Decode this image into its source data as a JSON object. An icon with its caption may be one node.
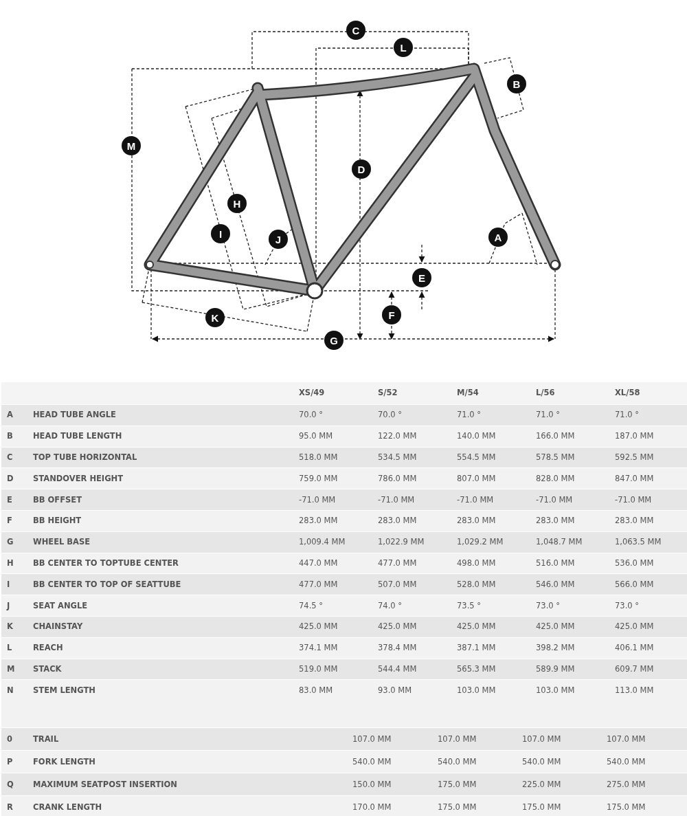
{
  "diagram": {
    "labels": [
      "C",
      "L",
      "B",
      "M",
      "D",
      "H",
      "J",
      "I",
      "A",
      "E",
      "F",
      "K",
      "G",
      "XS/49",
      "S/52",
      "M/54",
      "L/56",
      "XL/58",
      "A",
      "HEAD TUBE ANGLE",
      "70.0 °",
      "70.0 °",
      "71.0 °",
      "71.0 °",
      "71.0 °",
      "B",
      "HEAD TUBE LENGTH",
      "95.0 MM",
      "122.0 MM",
      "140.0 MM",
      "166.0 MM",
      "187.0 MM",
      "C",
      "TOP TUBE HORIZONTAL",
      "518.0 MM",
      "534.5 MM",
      "554.5 MM",
      "578.5 MM",
      "592.5 MM",
      "D",
      "STANDOVER HEIGHT",
      "759.0 MM",
      "786.0 MM",
      "807.0 MM",
      "828.0 MM",
      "847.0 MM",
      "E",
      "BB OFFSET",
      "-71.0 MM",
      "-71.0 MM",
      "-71.0 MM",
      "-71.0 MM",
      "-71.0 MM",
      "F",
      "BB HEIGHT",
      "283.0 MM",
      "283.0 MM",
      "283.0 MM",
      "283.0 MM",
      "283.0 MM",
      "G",
      "WHEEL BASE",
      "1,009.4 MM",
      "1,022.9 MM",
      "1,029.2 MM",
      "1,048.7 MM",
      "1,063.5 MM",
      "H",
      "BB CENTER TO TOPTUBE CENTER",
      "447.0 MM",
      "477.0 MM",
      "498.0 MM",
      "516.0 MM",
      "536.0 MM",
      "I",
      "BB CENTER TO TOP OF SEATTUBE",
      "477.0 MM",
      "507.0 MM",
      "528.0 MM",
      "546.0 MM",
      "566.0 MM",
      "J",
      "SEAT ANGLE",
      "74.5 °",
      "74.0 °",
      "73.5 °",
      "73.0 °",
      "73.0 °",
      "K",
      "CHAINSTAY",
      "425.0 MM",
      "425.0 MM",
      "425.0 MM",
      "425.0 MM",
      "425.0 MM",
      "L",
      "REACH",
      "374.1 MM",
      "378.4 MM",
      "387.1 MM",
      "398.2 MM",
      "406.1 MM",
      "M",
      "STACK",
      "519.0 MM",
      "544.4 MM",
      "565.3 MM",
      "589.9 MM",
      "609.7 MM",
      "N",
      "STEM LENGTH",
      "83.0 MM",
      "93.0 MM",
      "103.0 MM",
      "103.0 MM",
      "113.0 MM",
      "0",
      "TRAIL",
      "107.0 MM",
      "107.0 MM",
      "107.0 MM",
      "107.0 MM",
      "P",
      "FORK LENGTH",
      "540.0 MM",
      "540.0 MM",
      "540.0 MM",
      "540.0 MM",
      "Q",
      "MAXIMUM SEATPOST INSERTION",
      "150.0 MM",
      "175.0 MM",
      "225.0 MM",
      "275.0 MM",
      "R",
      "CRANK LENGTH",
      "170.0 MM",
      "175.0 MM",
      "175.0 MM",
      "175.0 MM"
    ]
  }
}
